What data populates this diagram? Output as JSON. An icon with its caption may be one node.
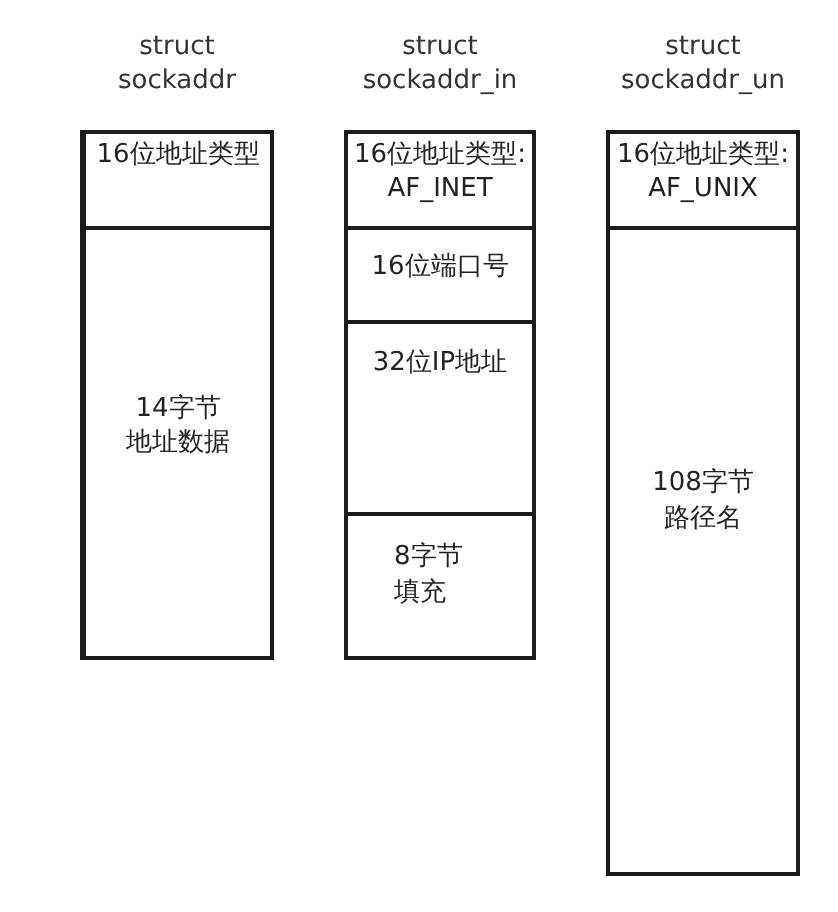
{
  "diagram": {
    "nodes": [
      {
        "text": [
          "struct sockaddr"
        ]
      },
      {
        "text": [
          "16位地址类型"
        ],
        "in": 0
      },
      {
        "text": [
          "14字节",
          "地址数据"
        ],
        "in": 0
      },
      {
        "text": [
          "struct sockaddr_in"
        ]
      },
      {
        "text": [
          "16位地址类型:",
          "AF_INET"
        ],
        "in": 3
      },
      {
        "text": [
          "16位端口号"
        ],
        "in": 3
      },
      {
        "text": [
          "32位IP地址"
        ],
        "in": 3
      },
      {
        "text": [
          "8字节",
          "填充"
        ],
        "in": 3
      },
      {
        "text": [
          "struct sockaddr_un"
        ]
      },
      {
        "text": [
          "16位地址类型:",
          "AF_UNIX"
        ],
        "in": 8
      },
      {
        "text": [
          "108字节",
          "路径名"
        ],
        "in": 8
      }
    ]
  }
}
